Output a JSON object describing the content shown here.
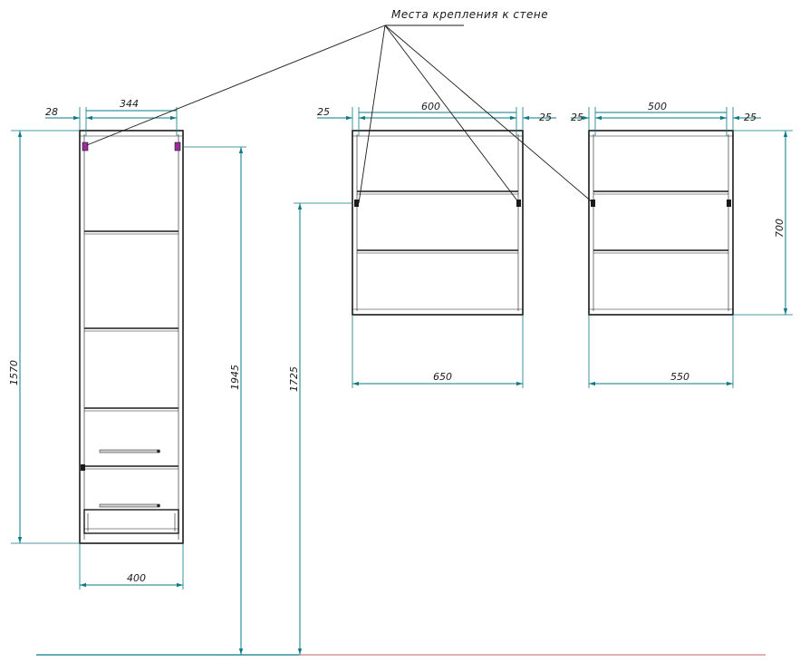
{
  "callout": {
    "text": "Места  крепления  к  стене"
  },
  "colors": {
    "dimension": "#0a7a86",
    "cabinet": "#1a1a1a",
    "floor_left": "#0a7a86",
    "floor_right": "#b03030",
    "mount_accent": "#9b2c9b"
  },
  "tall_cabinet": {
    "dims": {
      "side_offset": "28",
      "inner_width": "344",
      "width": "400",
      "height": "1570",
      "mount_height": "1945"
    }
  },
  "wall_cabinet_600": {
    "dims": {
      "left_offset": "25",
      "inner_width": "600",
      "right_offset": "25",
      "width": "650",
      "mount_height": "1725"
    }
  },
  "wall_cabinet_500": {
    "dims": {
      "left_offset": "25",
      "inner_width": "500",
      "right_offset": "25",
      "width": "550",
      "height": "700"
    }
  }
}
